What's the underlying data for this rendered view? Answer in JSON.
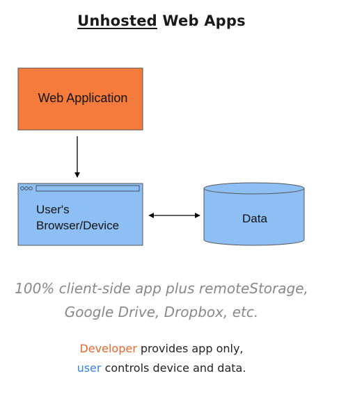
{
  "title": {
    "underlined": "Unhosted",
    "rest": " Web Apps"
  },
  "diagram": {
    "web_app_label": "Web Application",
    "browser_label_line1": "User's",
    "browser_label_line2": "Browser/Device",
    "data_label": "Data",
    "colors": {
      "web_app_fill": "#f47b3b",
      "browser_fill": "#8dbff4",
      "data_fill": "#8dbff4",
      "stroke": "#555555"
    }
  },
  "subtitle": {
    "line1": "100% client-side app plus remoteStorage,",
    "line2": "Google Drive, Dropbox, etc."
  },
  "note": {
    "developer_word": "Developer",
    "line1_rest": " provides app only,",
    "user_word": "user",
    "line2_rest": " controls device and data."
  }
}
